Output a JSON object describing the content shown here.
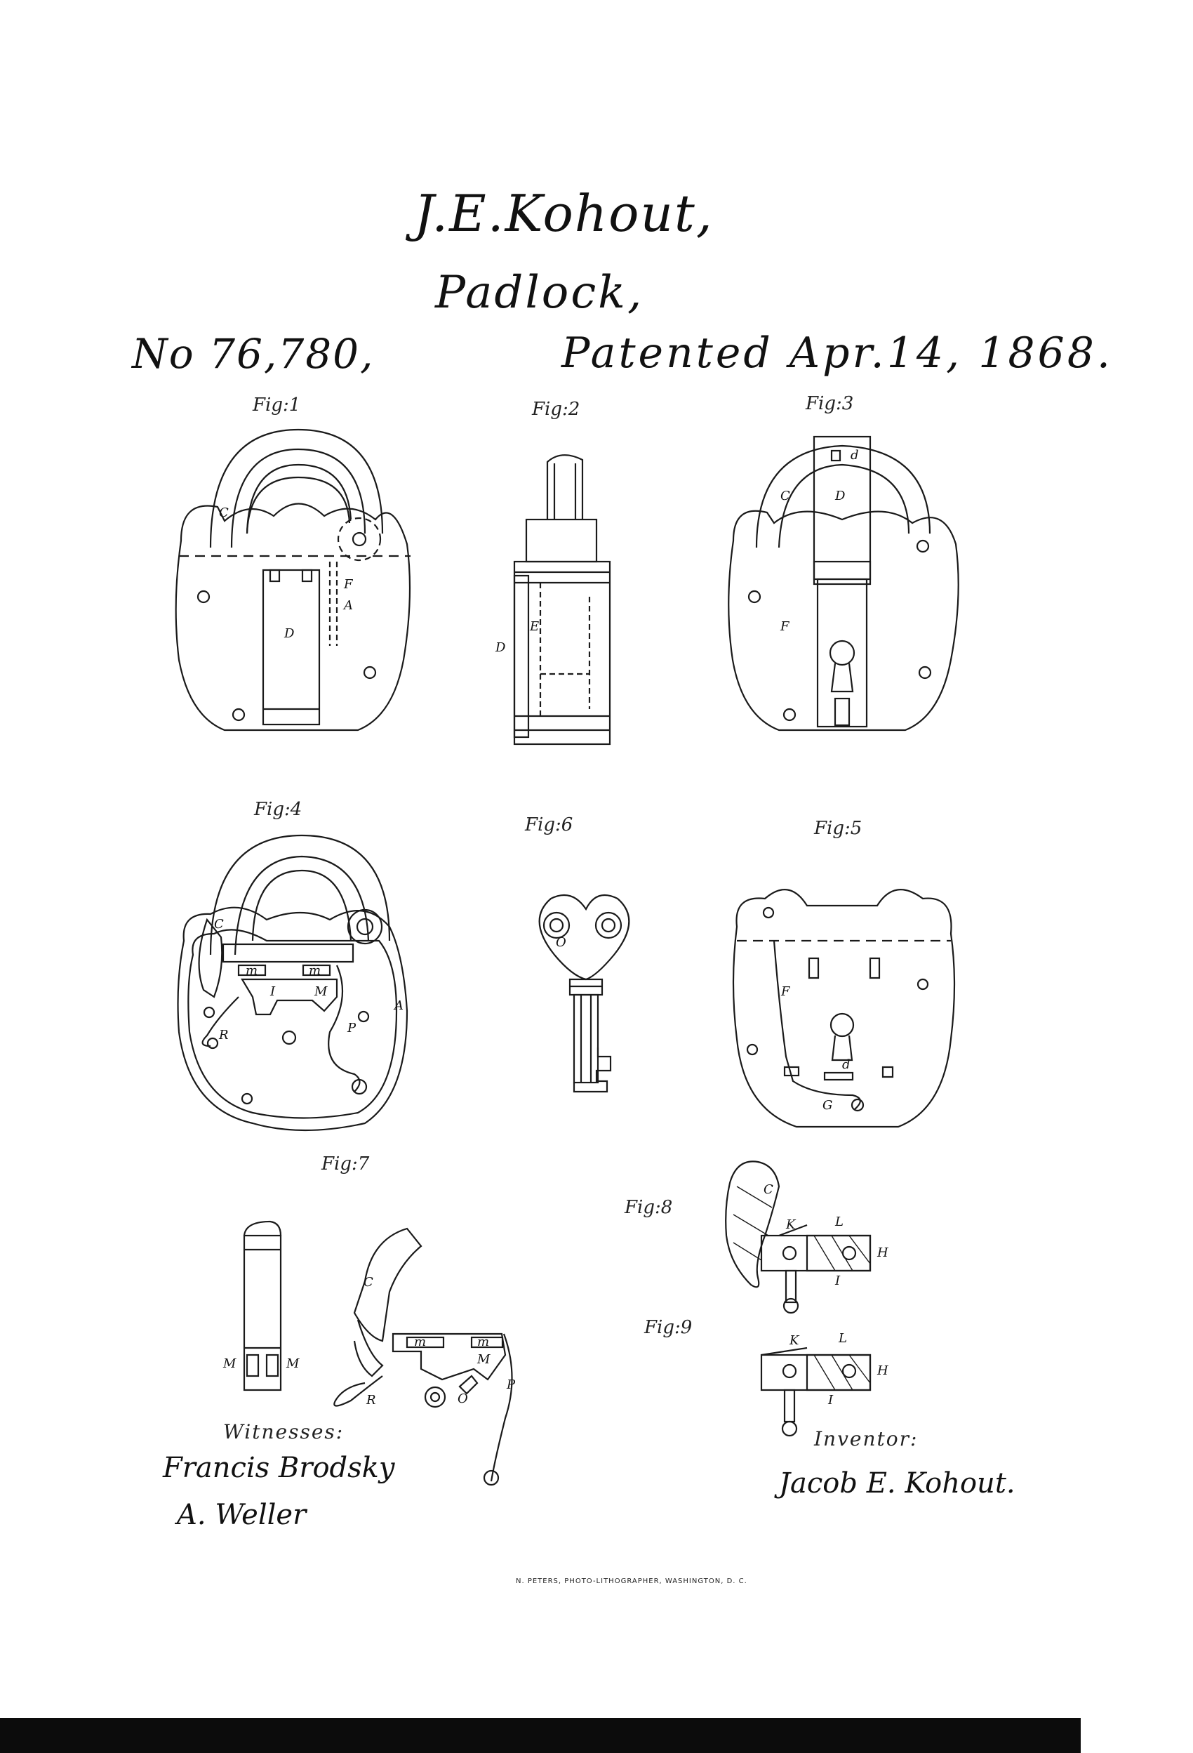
{
  "patent": {
    "inventor_title": "J.E.Kohout,",
    "item": "Padlock,",
    "number": "No 76,780,",
    "patented": "Patented Apr.14, 1868."
  },
  "figures": [
    {
      "label": "Fig:1"
    },
    {
      "label": "Fig:2"
    },
    {
      "label": "Fig:3"
    },
    {
      "label": "Fig:4"
    },
    {
      "label": "Fig:6"
    },
    {
      "label": "Fig:5"
    },
    {
      "label": "Fig:7"
    },
    {
      "label": "Fig:8"
    },
    {
      "label": "Fig:9"
    }
  ],
  "part_letters": {
    "fig1": [
      "C",
      "F",
      "A",
      "D"
    ],
    "fig2": [
      "D",
      "E"
    ],
    "fig3": [
      "d",
      "C",
      "D",
      "F"
    ],
    "fig4": [
      "C",
      "m",
      "m",
      "I",
      "M",
      "R",
      "P",
      "A"
    ],
    "fig6": [
      "O"
    ],
    "fig5": [
      "F",
      "d",
      "G"
    ],
    "fig7": [
      "M",
      "M",
      "C",
      "m",
      "m",
      "M",
      "R",
      "O",
      "P"
    ],
    "fig8": [
      "C",
      "K",
      "L",
      "H",
      "I"
    ],
    "fig9": [
      "K",
      "L",
      "H",
      "I"
    ]
  },
  "signatures": {
    "witnesses_label": "Witnesses:",
    "witness_1": "Francis Brodsky",
    "witness_2": "A. Weller",
    "inventor_label": "Inventor:",
    "inventor_signature": "Jacob E. Kohout."
  },
  "imprint": "N. PETERS, PHOTO-LITHOGRAPHER, WASHINGTON, D. C."
}
